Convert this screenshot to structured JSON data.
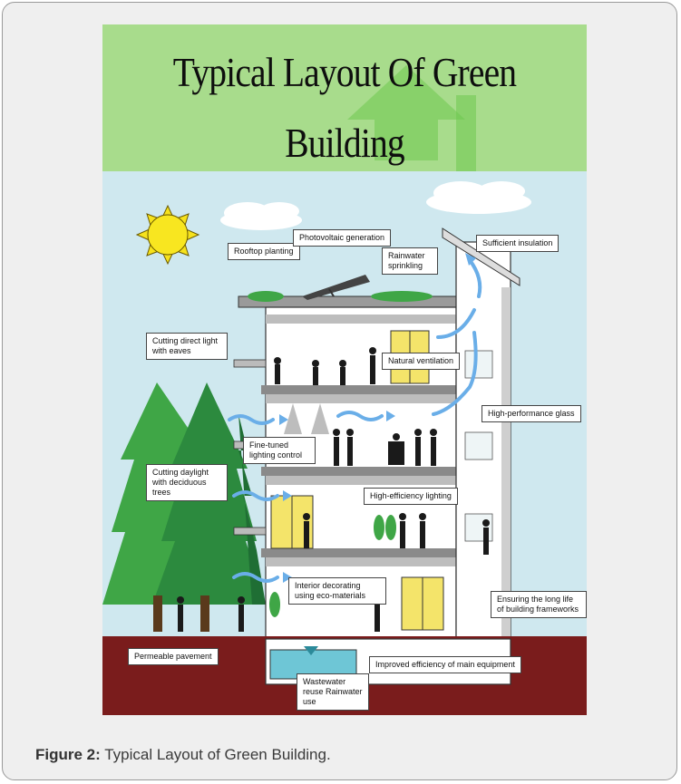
{
  "figure": {
    "title_line1": "Typical Layout Of Green",
    "title_line2": "Building",
    "labels": {
      "rooftop_planting": "Rooftop planting",
      "photovoltaic": "Photovoltaic generation",
      "rainwater_sprinkling": "Rainwater sprinkling",
      "sufficient_insulation": "Sufficient insulation",
      "cutting_direct_light": "Cutting direct light with eaves",
      "natural_ventilation": "Natural ventilation",
      "high_performance_glass": "High-performance glass",
      "fine_tuned_lighting": "Fine-tuned lighting control",
      "cutting_daylight": "Cutting daylight with deciduous trees",
      "high_efficiency_lighting": "High-efficiency lighting",
      "interior_decorating": "Interior decorating using eco-materials",
      "long_life": "Ensuring the long life of building frameworks",
      "permeable_pavement": "Permeable pavement",
      "improved_efficiency": "Improved efficiency of main equipment",
      "wastewater_reuse": "Wastewater reuse Rainwater use"
    }
  },
  "caption": {
    "label": "Figure 2:",
    "text": " Typical Layout of Green Building."
  },
  "colors": {
    "title_band": "#a8dc8c",
    "sky": "#cfe8ef",
    "ground": "#7a1c1c",
    "tree_light": "#3fa646",
    "tree_dark": "#1f6e34",
    "sun": "#f6e21c",
    "window_yellow": "#f4e46a",
    "airflow": "#6aaee8"
  }
}
